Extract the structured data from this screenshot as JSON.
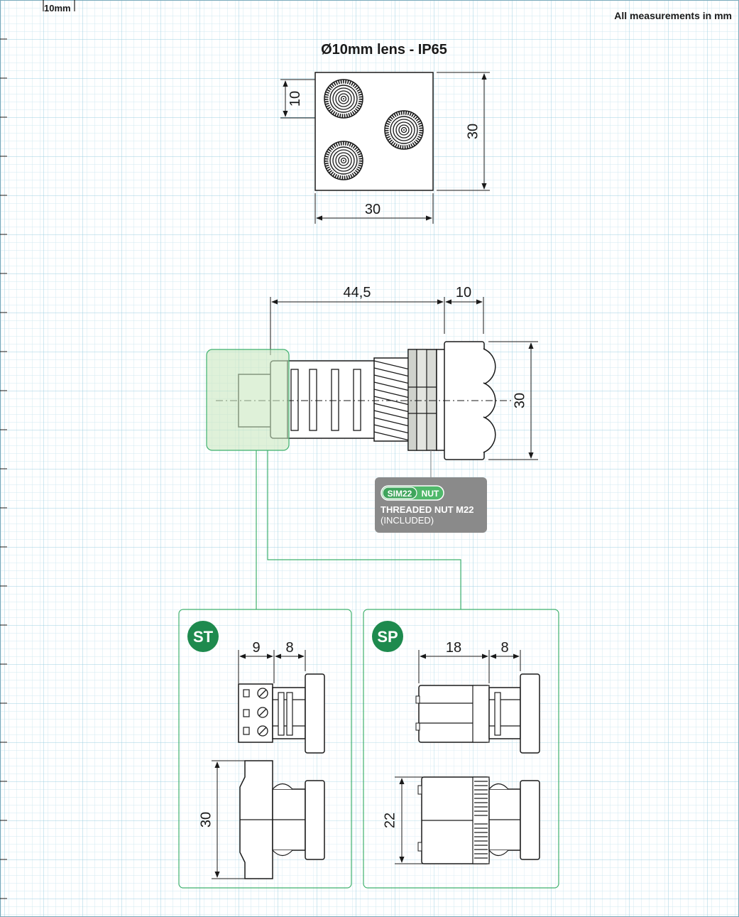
{
  "header": {
    "scale_label": "10mm",
    "units_note": "All measurements in mm"
  },
  "front_view": {
    "title": "Ø10mm lens - IP65",
    "dim_lens": "10",
    "dim_height": "30",
    "dim_width": "30"
  },
  "side_view": {
    "dim_body_length": "44,5",
    "dim_lens_depth": "10",
    "dim_height": "30"
  },
  "nut_badge": {
    "logo_text": "SIM22",
    "logo_suffix": "NUT",
    "line1": "THREADED NUT M22",
    "line2": "(INCLUDED)"
  },
  "variant_st": {
    "badge": "ST",
    "dim_a": "9",
    "dim_b": "8",
    "dim_height": "30"
  },
  "variant_sp": {
    "badge": "SP",
    "dim_a": "18",
    "dim_b": "8",
    "dim_height": "22"
  },
  "colors": {
    "grid_minor": "#d2e9f2",
    "grid_major": "#9fd0e3",
    "accent_green": "#1e8a4e",
    "connector_line": "#3fb06e",
    "highlight_fill": "#c9e7c0",
    "badge_gray": "#8a8a8a",
    "lens_fill": "#eef0ec",
    "ink": "#1a1a1a"
  }
}
